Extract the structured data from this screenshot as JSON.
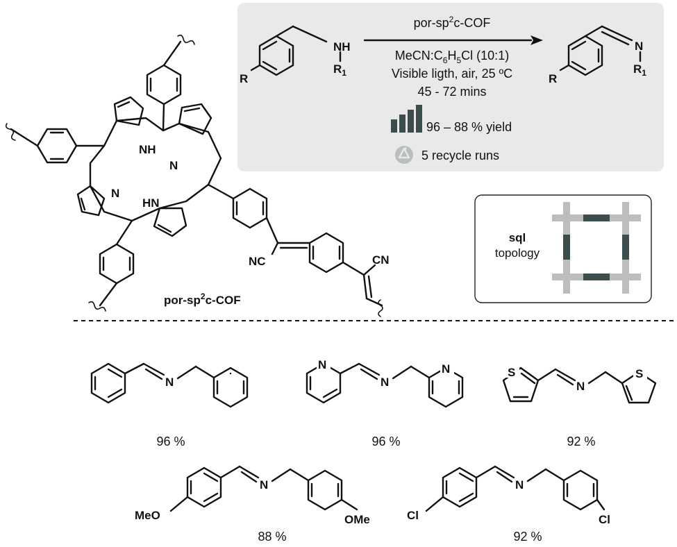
{
  "reaction": {
    "catalyst": "por-sp2c-COF",
    "solvent": "MeCN:C6H5Cl (10:1)",
    "conditions": "Visible ligth, air, 25 ºC",
    "time": "45 - 72 mins",
    "yield_range": "96 – 88 % yield",
    "recycle": "5 recycle runs",
    "reactant_labels": {
      "nh": "NH",
      "r1": "R1",
      "r": "R"
    },
    "product_labels": {
      "n": "N",
      "r1": "R1",
      "r": "R"
    }
  },
  "cof": {
    "name": "por-sp2c-COF",
    "labels": {
      "nh_top": "NH",
      "n_right": "N",
      "n_left": "N",
      "hn_bottom": "HN",
      "nc": "NC",
      "cn": "CN"
    }
  },
  "topology": {
    "name": "sql",
    "label": "topology"
  },
  "products": [
    {
      "yield": "96 %",
      "het": ""
    },
    {
      "yield": "96 %",
      "het": "N"
    },
    {
      "yield": "92 %",
      "het": "S"
    },
    {
      "yield": "88 %",
      "sub": "MeO",
      "sub2": "OMe"
    },
    {
      "yield": "92 %",
      "sub": "Cl",
      "sub2": "Cl"
    }
  ],
  "imine_n": "N",
  "colors": {
    "panel_bg": "#e9e9e9",
    "bar": "#3c4d4d",
    "grid_light": "#bdbdbd",
    "grid_dark": "#3c4d4d"
  }
}
